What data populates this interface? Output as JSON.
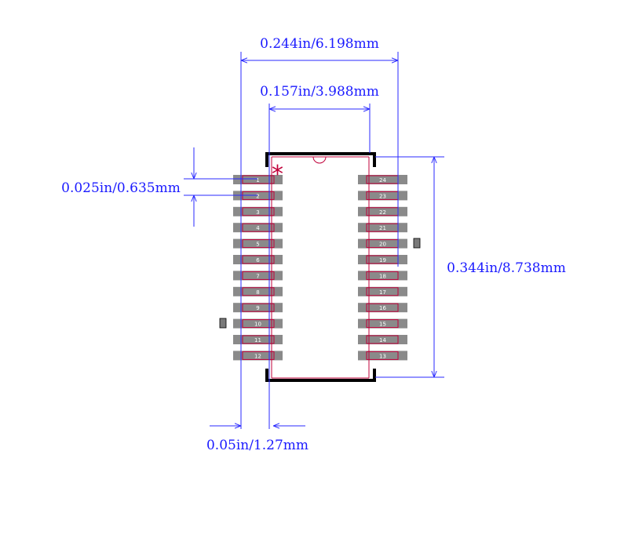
{
  "dimensions": {
    "overall_width": "0.244in/6.198mm",
    "body_width": "0.157in/3.988mm",
    "pad_width": "0.025in/0.635mm",
    "body_height": "0.344in/8.738mm",
    "pitch": "0.05in/1.27mm"
  },
  "pin1_marker": "*",
  "pins_left": [
    "1",
    "2",
    "3",
    "4",
    "5",
    "6",
    "7",
    "8",
    "9",
    "10",
    "11",
    "12"
  ],
  "pins_right": [
    "24",
    "23",
    "22",
    "21",
    "20",
    "19",
    "18",
    "17",
    "16",
    "15",
    "14",
    "13"
  ],
  "colors": {
    "dimension": "#1a1aff",
    "pad": "#8a8a8a",
    "pad_outline": "#c0003a",
    "body_outline": "#000000",
    "pin1_marker": "#c0003a",
    "fiducial": "#7a7a7a"
  }
}
